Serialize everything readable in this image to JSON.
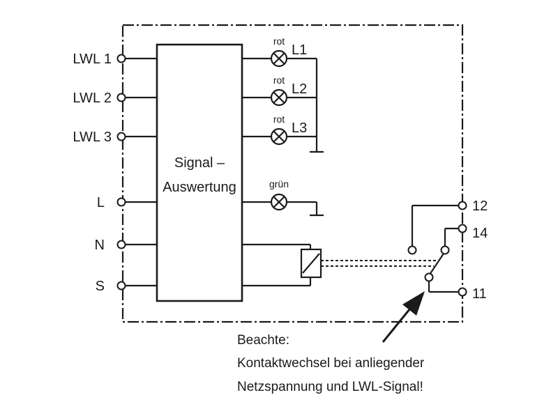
{
  "processor": {
    "line1": "Signal –",
    "line2": "Auswertung"
  },
  "inputs": [
    {
      "label": "LWL 1"
    },
    {
      "label": "LWL 2"
    },
    {
      "label": "LWL 3"
    },
    {
      "label": "L"
    },
    {
      "label": "N"
    },
    {
      "label": "S"
    }
  ],
  "lamps": [
    {
      "color_label": "rot",
      "phase": "L1"
    },
    {
      "color_label": "rot",
      "phase": "L2"
    },
    {
      "color_label": "rot",
      "phase": "L3"
    },
    {
      "color_label": "grün",
      "phase": ""
    }
  ],
  "contacts": [
    {
      "label": "12"
    },
    {
      "label": "14"
    },
    {
      "label": "11"
    }
  ],
  "note": {
    "line1": "Beachte:",
    "line2": "Kontaktwechsel bei anliegender",
    "line3": "Netzspannung und LWL-Signal!"
  }
}
